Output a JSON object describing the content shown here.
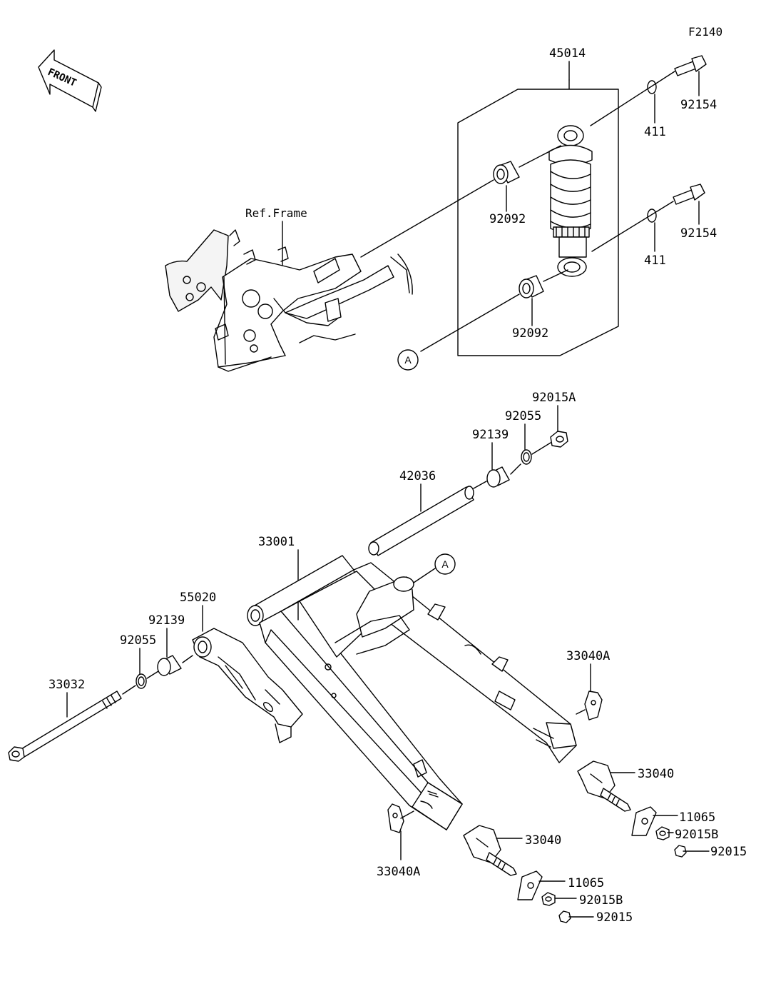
{
  "figure_code": "F2140",
  "front_label": "FRONT",
  "ref_frame_label": "Ref.Frame",
  "circle_marker": "A",
  "parts": {
    "shock_assembly": "45014",
    "shock_bolt_top": "92154",
    "shock_bolt_bottom": "92154",
    "washer_top": "411",
    "washer_bottom": "411",
    "bushing_top": "92092",
    "bushing_bottom": "92092",
    "nut_pivot": "92015A",
    "oring_right": "92055",
    "collar_right": "92139",
    "pivot_sleeve": "42036",
    "swingarm": "33001",
    "chain_guide": "55020",
    "collar_left": "92139",
    "oring_left": "92055",
    "pivot_shaft": "33032",
    "plate_right": "33040A",
    "adjuster_right": "33040",
    "bracket_right": "11065",
    "nut_b_right": "92015B",
    "nut_right": "92015",
    "plate_left": "33040A",
    "adjuster_left": "33040",
    "bracket_left": "11065",
    "nut_b_left": "92015B",
    "nut_left": "92015"
  }
}
